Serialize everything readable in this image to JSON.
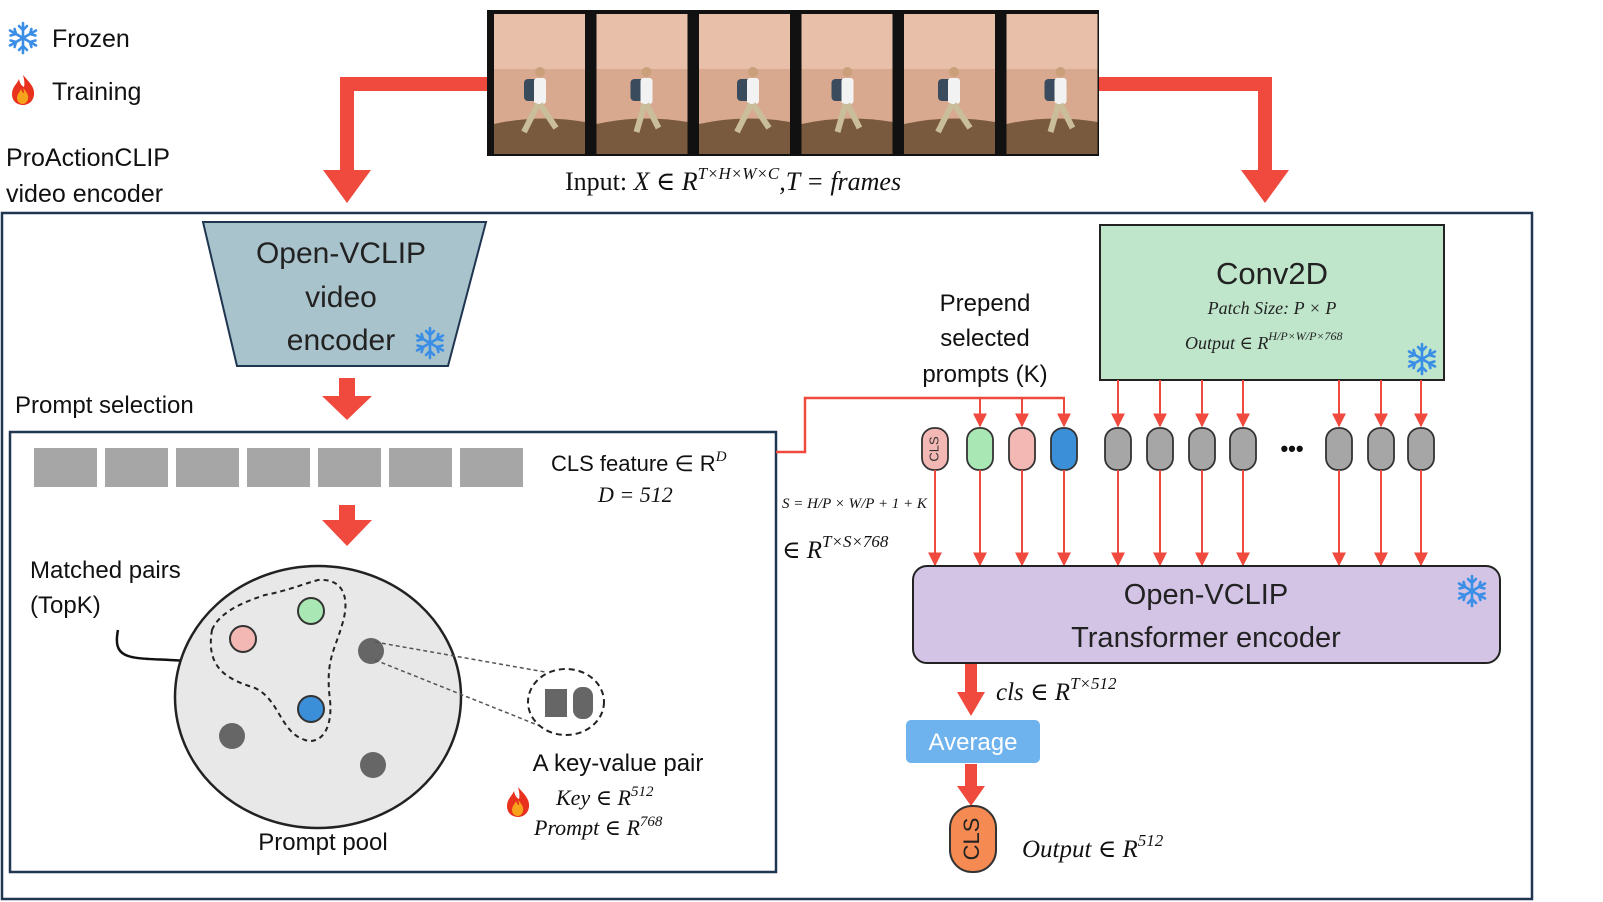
{
  "legend": {
    "frozen_label": "Frozen",
    "training_label": "Training"
  },
  "title": {
    "line1": "ProActionCLIP",
    "line2": "video encoder"
  },
  "input": {
    "prefix": "Input: ",
    "math": "X ∈ R",
    "math_sup": "T×H×W×C",
    "math_suffix": ",T = frames",
    "frame_count": 6
  },
  "openvclip_video": {
    "line1": "Open-VCLIP",
    "line2": "video",
    "line3": "encoder"
  },
  "prompt_selection": {
    "label": "Prompt selection",
    "cls_feature": "CLS feature ∈ R",
    "cls_feature_sup": "D",
    "dim": "D = 512",
    "token_count": 7
  },
  "matched_pairs": {
    "line1": "Matched pairs",
    "line2": "(TopK)"
  },
  "prompt_pool": {
    "label": "Prompt pool"
  },
  "key_value": {
    "title": "A key-value pair",
    "key": "Key ∈ R",
    "key_sup": "512",
    "prompt": "Prompt ∈ R",
    "prompt_sup": "768"
  },
  "conv2d": {
    "title": "Conv2D",
    "patch": "Patch Size: P × P",
    "output": "Output  ∈ R",
    "output_sup": "H/P×W/P×768"
  },
  "prepend": {
    "line1": "Prepend",
    "line2": "selected",
    "line3": "prompts (K)"
  },
  "sequence": {
    "s_formula": "S = H/P × W/P + 1 + K",
    "shape": "∈ R",
    "shape_sup": "T×S×768",
    "cls_token": "CLS",
    "ellipsis": "•••"
  },
  "transformer": {
    "line1": "Open-VCLIP",
    "line2": "Transformer encoder"
  },
  "cls_out": {
    "math": "cls  ∈ R",
    "math_sup": "T×512"
  },
  "average": {
    "label": "Average"
  },
  "final": {
    "cls_token": "CLS",
    "output": "Output ∈ R",
    "output_sup": "512"
  },
  "colors": {
    "arrow_red": "#f04a3e",
    "frozen_blue": "#3a8ee6",
    "video_encoder_fill": "#a9c3cc",
    "conv2d_fill": "#bfe6cb",
    "transformer_fill": "#d3c4e6",
    "average_fill": "#6fb3ee",
    "token_grey": "#a6a6a6",
    "prompt_pink": "#f4b8b4",
    "prompt_green": "#a9e8b4",
    "prompt_blue": "#3b8fd8",
    "final_cls_orange": "#f58a52"
  }
}
